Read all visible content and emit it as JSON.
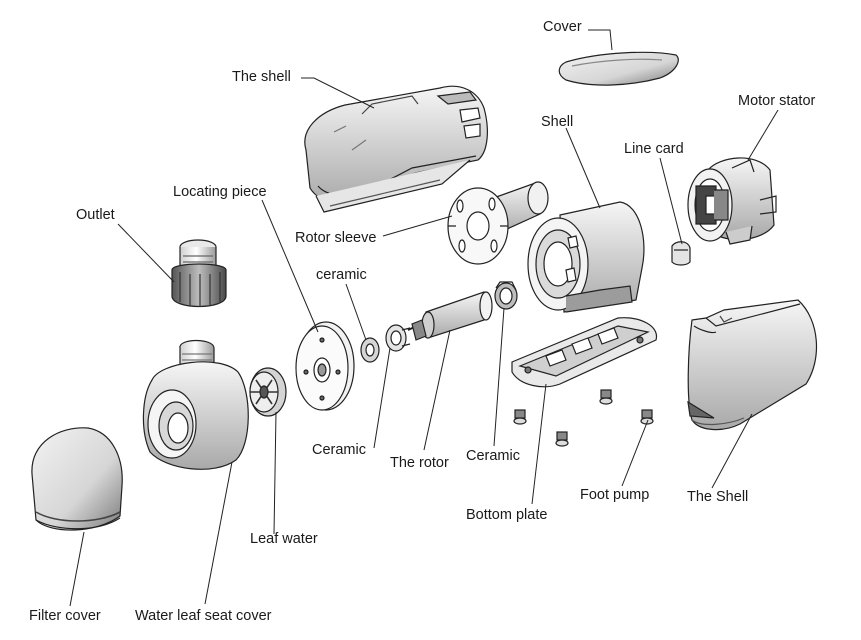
{
  "labels": {
    "cover": "Cover",
    "the_shell_top": "The shell",
    "motor_stator": "Motor stator",
    "shell": "Shell",
    "line_card": "Line card",
    "locating_piece": "Locating piece",
    "outlet": "Outlet",
    "rotor_sleeve": "Rotor sleeve",
    "ceramic_lower": "ceramic",
    "ceramic_left": "Ceramic",
    "the_rotor": "The rotor",
    "ceramic_right": "Ceramic",
    "foot_pump": "Foot pump",
    "the_shell_bottom": "The Shell",
    "bottom_plate": "Bottom  plate",
    "leaf_water": "Leaf  water",
    "filter_cover": "Filter cover",
    "water_leaf_seat_cover": "Water  leaf  seat  cover"
  }
}
